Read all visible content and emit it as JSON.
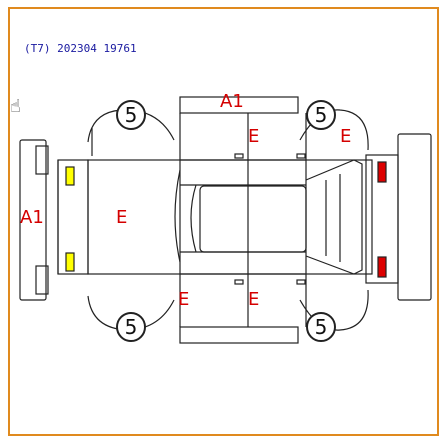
{
  "header": {
    "text": "(T7) 202304 19761"
  },
  "grades": {
    "front_left": "5",
    "front_right": "5",
    "rear_left": "5",
    "rear_right": "5"
  },
  "marks": {
    "top_panel": "A1",
    "front_left_fender": "E",
    "hood_right": "E",
    "left_side": "A1",
    "roof": "E",
    "rear_left_door": "E",
    "rear_right_door": "E"
  },
  "colors": {
    "frame": "#e08a1e",
    "header": "#1a1aa0",
    "mark": "#d40000",
    "left_lamp": "#ffff00",
    "right_lamp": "#dd0000"
  },
  "icons": {
    "cursor": "hand-pointer-icon"
  }
}
